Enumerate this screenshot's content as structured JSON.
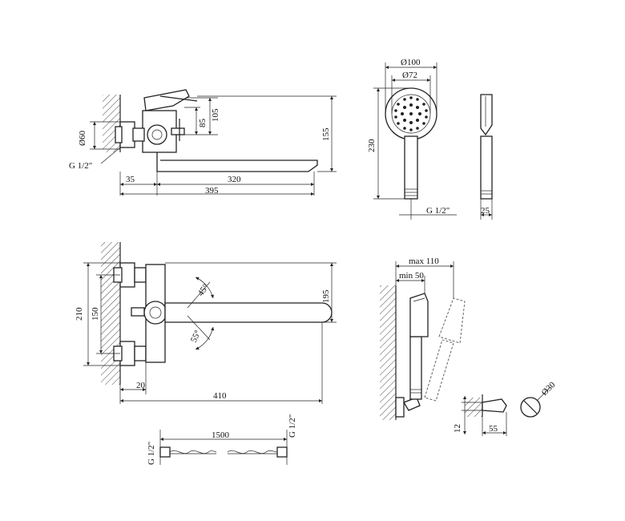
{
  "dims": {
    "top_view": {
      "d60": "Ø60",
      "g12": "G 1/2\"",
      "h105": "105",
      "h85": "85",
      "h155": "155",
      "w35": "35",
      "w320": "320",
      "w395": "395"
    },
    "shower_head": {
      "d100": "Ø100",
      "d72": "Ø72",
      "h230": "230",
      "g12": "G 1/2\"",
      "w25": "25"
    },
    "front_view": {
      "h210": "210",
      "h150": "150",
      "a45": "45°",
      "a55": "55°",
      "h195": "195",
      "w20": "20",
      "w410": "410"
    },
    "holder": {
      "max110": "max 110",
      "min50": "min 50",
      "h12": "12",
      "w55": "55",
      "d30": "Ø30"
    },
    "hose": {
      "g12_left": "G 1/2\"",
      "len1500": "1500",
      "g12_right": "G 1/2\""
    }
  }
}
